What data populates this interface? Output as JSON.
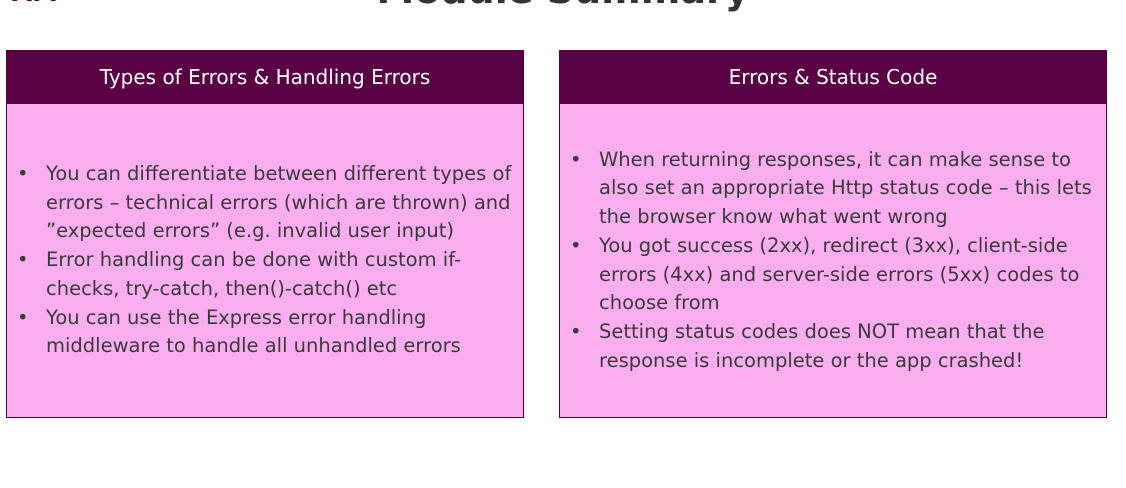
{
  "slide": {
    "title": "Module Summary",
    "logo_text": "AM"
  },
  "cards": [
    {
      "header": "Types of Errors & Handling Errors",
      "bullets": [
        "You can differentiate between different types of errors – technical errors (which are thrown) and ”expected errors” (e.g. invalid user input)",
        "Error handling can be done with custom if-checks, try-catch, then()-catch() etc",
        "You can use the Express error handling middleware to handle all unhandled errors"
      ]
    },
    {
      "header": "Errors & Status Code",
      "bullets": [
        "When returning responses, it can make sense to also set an appropriate Http status code – this lets the browser know what went wrong",
        "You got success (2xx), redirect (3xx), client-side errors (4xx) and server-side errors (5xx) codes to choose from",
        "Setting status codes does NOT mean that the response is incomplete or the app crashed!"
      ]
    }
  ],
  "colors": {
    "header_bg": "#5a0045",
    "card_bg": "#fbaeef",
    "text": "#3a3a3a"
  }
}
